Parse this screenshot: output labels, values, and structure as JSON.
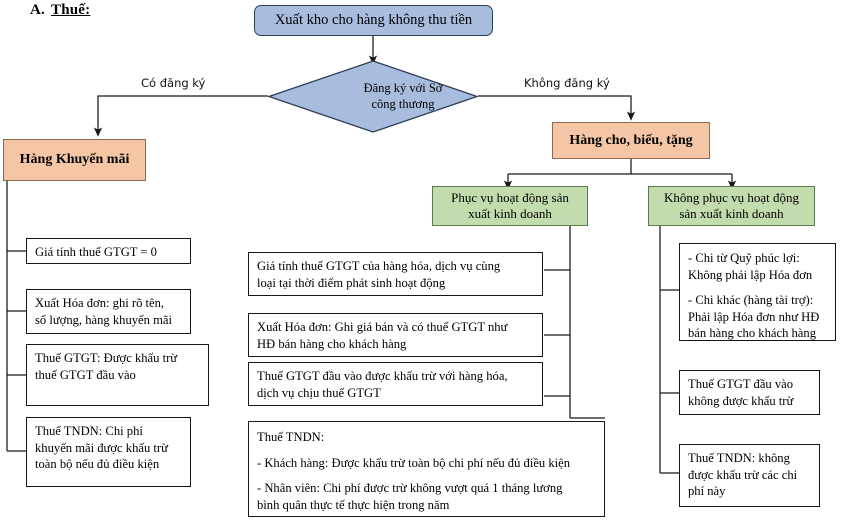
{
  "heading": {
    "letter": "A.",
    "word": "Thuế:"
  },
  "nodes": {
    "root": "Xuất kho cho hàng không thu tiền",
    "decision_line1": "Đăng ký với Sở",
    "decision_line2": "công thương",
    "branch_label_left": "Có đăng ký",
    "branch_label_right": "Không đăng ký",
    "promo": "Hàng Khuyến mãi",
    "gift": "Hàng cho, biếu, tặng",
    "business_line1": "Phục vụ hoạt động sản",
    "business_line2": "xuất kinh doanh",
    "nonbusiness_line1": "Không phục vụ hoạt động",
    "nonbusiness_line2": "sản xuất kinh doanh"
  },
  "promo_items": [
    {
      "lines": [
        "Giá tính thuế GTGT = 0"
      ]
    },
    {
      "lines": [
        "Xuất Hóa đơn: ghi rõ tên,",
        "số lượng, hàng khuyến mãi"
      ]
    },
    {
      "lines": [
        "Thuế GTGT: Được khấu trừ",
        "thuế GTGT đầu vào"
      ]
    },
    {
      "lines": [
        "Thuế TNDN: Chi phí",
        "khuyến mãi được khấu trừ",
        "toàn bộ nếu đủ điều kiện"
      ]
    }
  ],
  "business_items": [
    {
      "lines": [
        "Giá tính thuế GTGT của hàng hóa, dịch vụ cùng",
        "loại tại thời điểm phát sinh hoạt động"
      ]
    },
    {
      "lines": [
        "Xuất Hóa đơn: Ghi giá bán và có thuế GTGT như",
        "HĐ bán hàng cho khách hàng"
      ]
    },
    {
      "lines": [
        "Thuế GTGT đầu vào được khấu trừ với hàng hóa,",
        "dịch vụ chịu thuế GTGT"
      ]
    }
  ],
  "business_tndn": {
    "title": "Thuế TNDN:",
    "bullet1": "- Khách hàng: Được khấu trừ toàn bộ chi phí nếu đủ điều kiện",
    "bullet2_line1": "- Nhân viên: Chi phí được trừ không vượt quá 1 tháng lương",
    "bullet2_line2": "bình quân thực tế thực hiện trong năm"
  },
  "nonbusiness_items": [
    {
      "lines": [
        "- Chi từ Quỹ phúc lợi:",
        "Không phải lập Hóa đơn"
      ],
      "lines2": [
        "- Chi khác (hàng tài trợ):",
        "Phải lập Hóa đơn như HĐ",
        "bán hàng cho khách hàng"
      ]
    },
    {
      "lines": [
        "Thuế GTGT đầu vào",
        "không được khấu trừ"
      ]
    },
    {
      "lines": [
        "Thuế TNDN: không",
        "được khấu trừ các chi",
        "phí này"
      ]
    }
  ],
  "colors": {
    "blue_fill": "#a8bcdd",
    "blue_stroke": "#2d3e58",
    "orange_fill": "#f5c6a5",
    "orange_stroke": "#8a6a52",
    "green_fill": "#c3dcae",
    "green_stroke": "#5d7a4a",
    "line": "#171717",
    "background": "#ffffff"
  }
}
